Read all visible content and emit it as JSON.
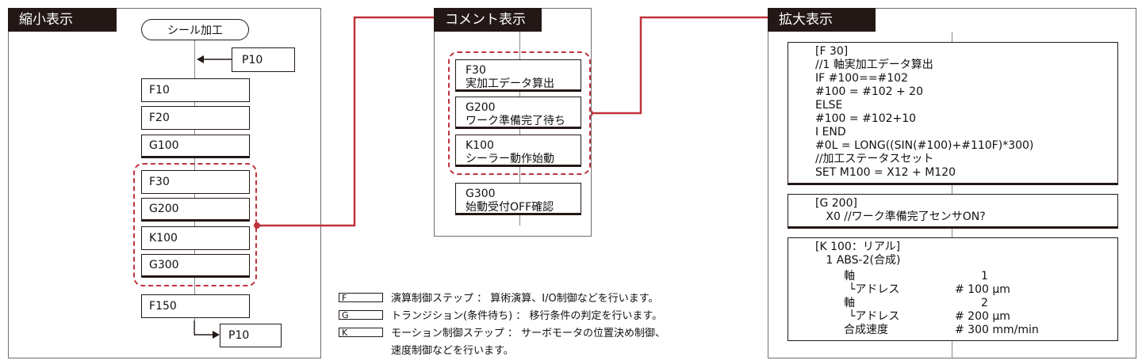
{
  "panels": {
    "left": {
      "title": "縮小表示",
      "start_label": "シール加工",
      "jump_in": "P10",
      "steps": [
        {
          "label": "F10",
          "thick": false
        },
        {
          "label": "F20",
          "thick": false
        },
        {
          "label": "G100",
          "thick": true
        },
        {
          "label": "F30",
          "thick": false
        },
        {
          "label": "G200",
          "thick": true
        },
        {
          "label": "K100",
          "thick": false
        },
        {
          "label": "G300",
          "thick": true
        },
        {
          "label": "F150",
          "thick": false
        }
      ],
      "jump_out": "P10"
    },
    "middle": {
      "title": "コメント表示",
      "steps": [
        {
          "line1": "F30",
          "line2": "実加工データ算出"
        },
        {
          "line1": "G200",
          "line2": "ワーク準備完了待ち"
        },
        {
          "line1": "K100",
          "line2": "シーラー動作始動"
        },
        {
          "line1": "G300",
          "line2": "始動受付OFF確認"
        }
      ]
    },
    "right": {
      "title": "拡大表示",
      "code1": [
        "[F 30]",
        "//1 軸実加工データ算出",
        "IF #100==#102",
        "#100 = #102 + 20",
        "ELSE",
        "#100 = #102+10",
        "I END",
        "#0L = LONG((SIN(#100)+#110F)*300)",
        "//加工ステータスセット",
        "SET M100 = X12 + M120"
      ],
      "code2": [
        "[G 200]",
        "   X0 //ワーク準備完了センサON?"
      ],
      "code3_header": [
        "[K 100：リアル]",
        "   1 ABS-2(合成)"
      ],
      "code3_rows": [
        {
          "k": "軸",
          "v": "1"
        },
        {
          "k": "└アドレス",
          "v": "# 100 μm"
        },
        {
          "k": "軸",
          "v": "2"
        },
        {
          "k": "└アドレス",
          "v": "# 200 μm"
        },
        {
          "k": "合成速度",
          "v": "# 300 mm/min"
        }
      ]
    }
  },
  "legend": [
    {
      "key": "F",
      "text": "演算制御ステップ ： 算術演算、I/O制御などを行います。"
    },
    {
      "key": "G",
      "text": "トランジション(条件待ち) ： 移行条件の判定を行います。"
    },
    {
      "key": "K",
      "text": "モーション制御ステップ ： サーボモータの位置決め制御、"
    },
    {
      "key": "",
      "text": "速度制御などを行います。"
    }
  ],
  "colors": {
    "accent": "#c0323b",
    "tab": "#231815"
  }
}
